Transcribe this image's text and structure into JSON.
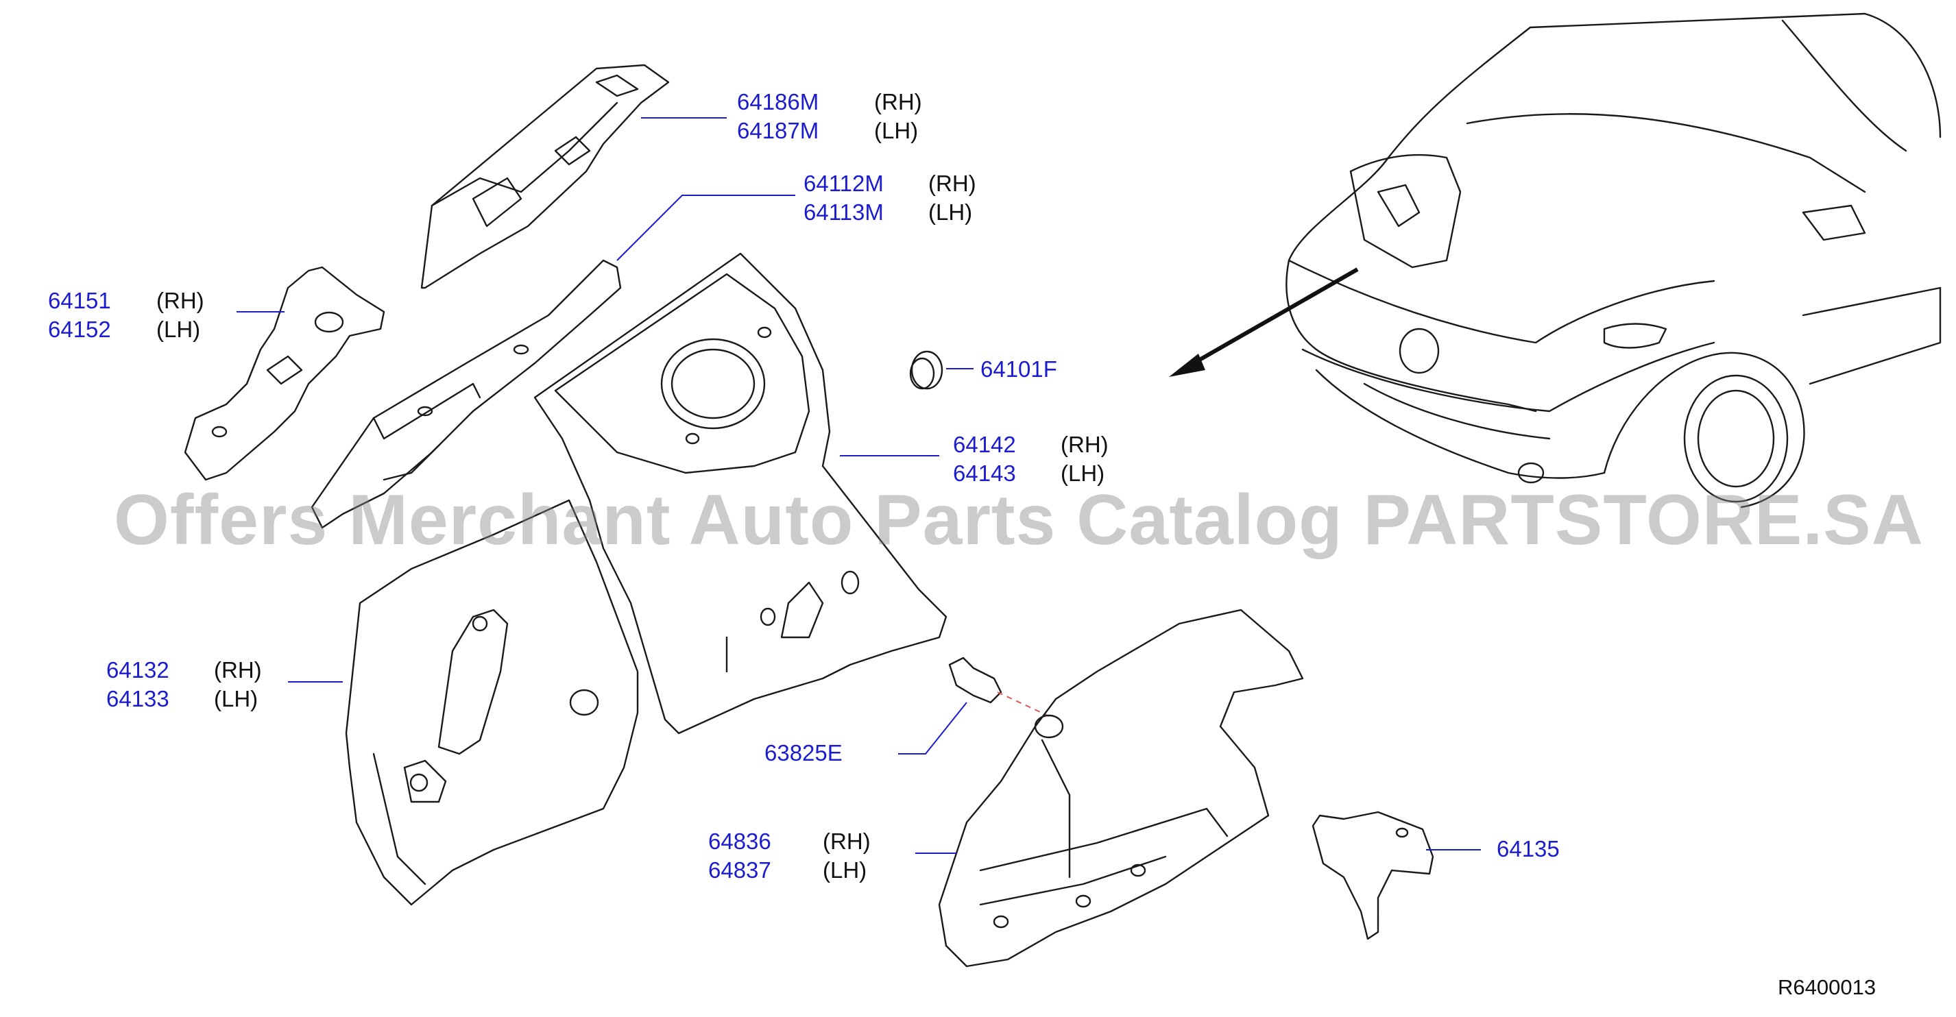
{
  "watermark": "Offers Merchant Auto Parts Catalog PARTSTORE.SA",
  "reference_code": "R6400013",
  "callouts": {
    "hood_ledge_upper": {
      "rh_part": "64186M",
      "rh_side": "(RH)",
      "lh_part": "64187M",
      "lh_side": "(LH)"
    },
    "hood_ledge_reinf": {
      "rh_part": "64112M",
      "rh_side": "(RH)",
      "lh_part": "64113M",
      "lh_side": "(LH)"
    },
    "bracket_upper": {
      "rh_part": "64151",
      "rh_side": "(RH)",
      "lh_part": "64152",
      "lh_side": "(LH)"
    },
    "grommet": {
      "part": "64101F"
    },
    "strut_housing": {
      "rh_part": "64142",
      "rh_side": "(RH)",
      "lh_part": "64143",
      "lh_side": "(LH)"
    },
    "apron_lower": {
      "rh_part": "64132",
      "rh_side": "(RH)",
      "lh_part": "64133",
      "lh_side": "(LH)"
    },
    "clip": {
      "part": "63825E"
    },
    "splash_shield": {
      "rh_part": "64836",
      "rh_side": "(RH)",
      "lh_part": "64837",
      "lh_side": "(LH)"
    },
    "bracket_small": {
      "part": "64135"
    }
  },
  "colors": {
    "part_number": "#1c1ccf",
    "line_art": "#1a1a1a",
    "clip_guide": "#e25555",
    "watermark": "#828282"
  }
}
